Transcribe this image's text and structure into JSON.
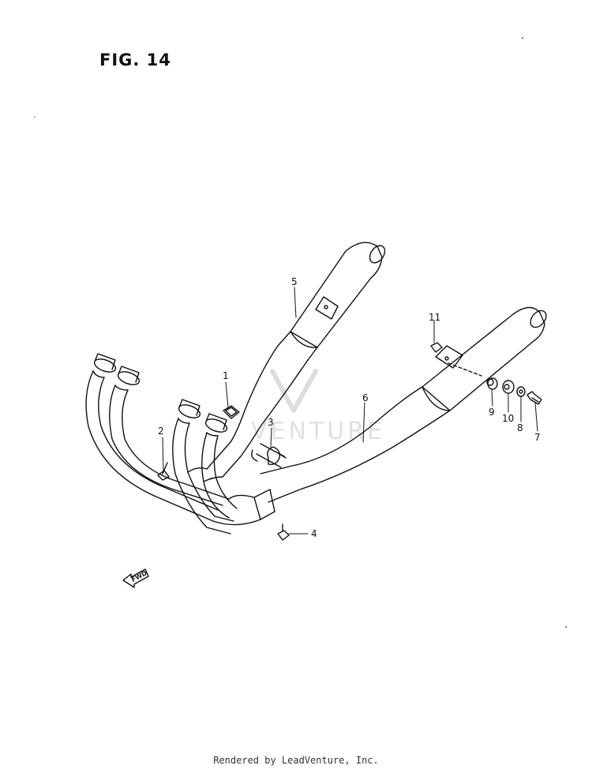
{
  "figure": {
    "title": "FIG. 14"
  },
  "parts": [
    {
      "id": "1",
      "label": "1"
    },
    {
      "id": "2",
      "label": "2"
    },
    {
      "id": "3",
      "label": "3"
    },
    {
      "id": "4",
      "label": "4"
    },
    {
      "id": "5",
      "label": "5"
    },
    {
      "id": "6",
      "label": "6"
    },
    {
      "id": "7",
      "label": "7"
    },
    {
      "id": "8",
      "label": "8"
    },
    {
      "id": "9",
      "label": "9"
    },
    {
      "id": "10",
      "label": "10"
    },
    {
      "id": "11",
      "label": "11"
    }
  ],
  "direction_arrow": {
    "label": "FWD"
  },
  "watermark": {
    "text": "VENTURE"
  },
  "footer": {
    "text": "Rendered by LeadVenture, Inc."
  },
  "colors": {
    "line": "#111111",
    "watermark": "#cccccc",
    "background": "#ffffff"
  }
}
